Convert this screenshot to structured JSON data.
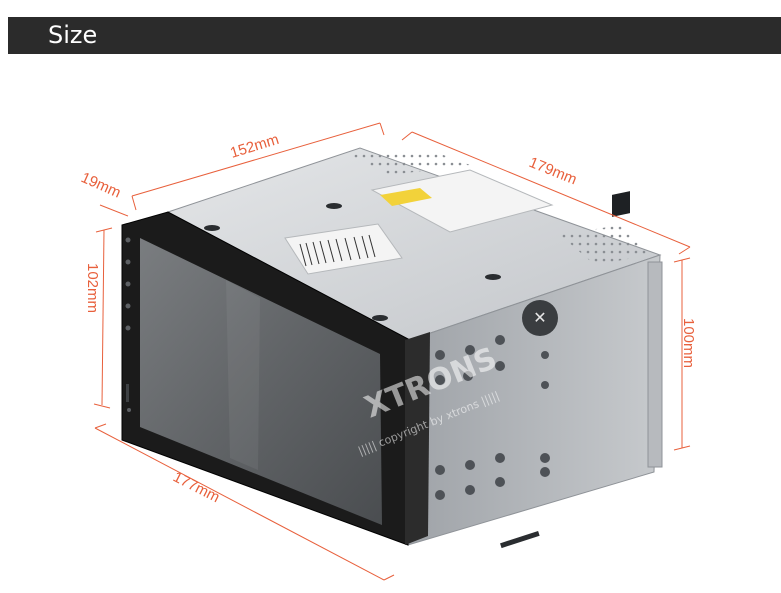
{
  "header": {
    "title": "Size"
  },
  "dimensions": {
    "top_width": "152mm",
    "depth": "179mm",
    "bezel_depth": "19mm",
    "screen_height": "102mm",
    "front_width": "177mm",
    "rear_height": "100mm"
  },
  "watermark": {
    "brand": "XTRONS",
    "copyright": "||||| copyright by xtrons |||||"
  },
  "colors": {
    "header_bg": "#2b2b2b",
    "dimension_lines": "#e8603c",
    "bezel": "#1b1b1b",
    "chassis": "#c9ccd0"
  }
}
